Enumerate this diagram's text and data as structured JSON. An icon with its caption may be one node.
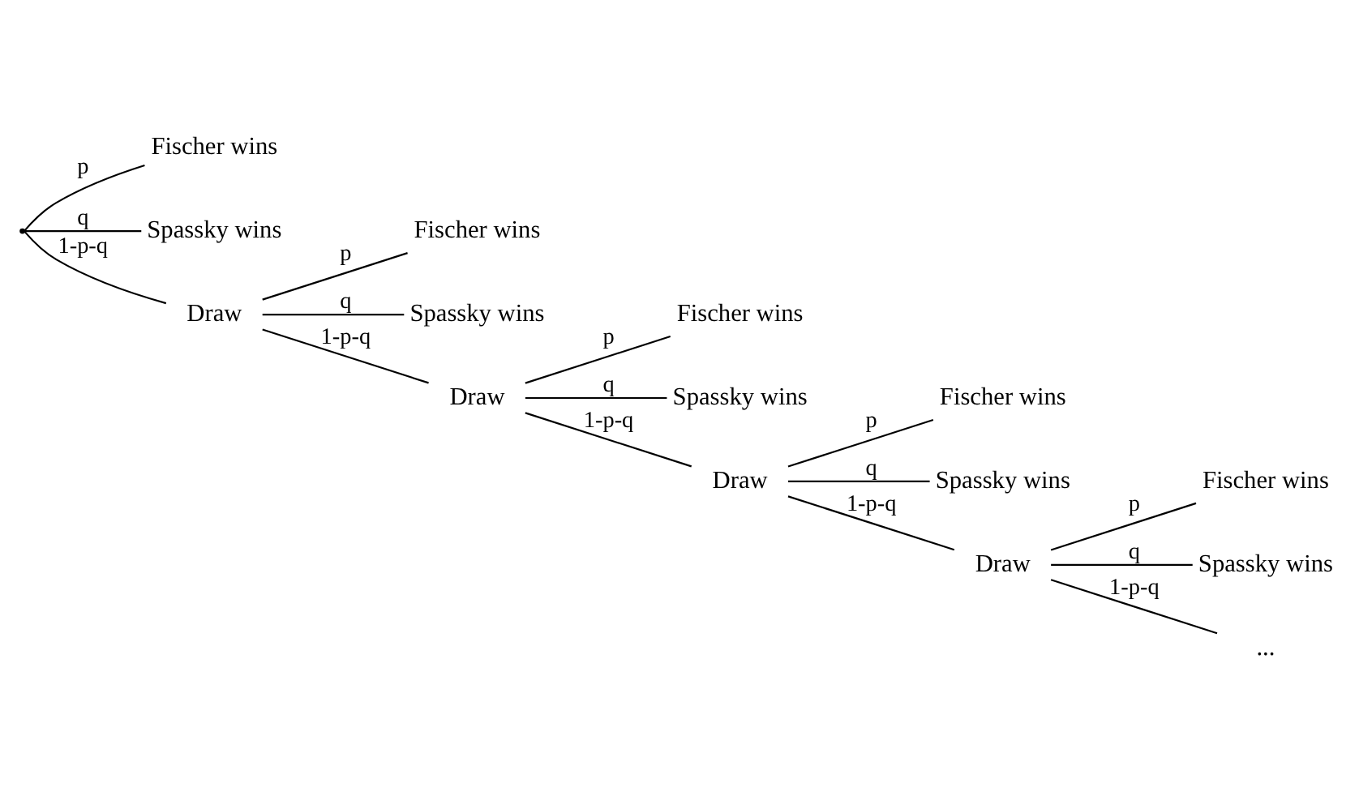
{
  "diagram": {
    "nodes": [
      {
        "text": [],
        "shape": "point"
      },
      {
        "text": [
          "Fischer wins"
        ]
      },
      {
        "text": [
          "Spassky wins"
        ]
      },
      {
        "text": [
          "Draw"
        ]
      },
      {
        "text": [
          "Fischer wins"
        ]
      },
      {
        "text": [
          "Spassky wins"
        ]
      },
      {
        "text": [
          "Draw"
        ]
      },
      {
        "text": [
          "Fischer wins"
        ]
      },
      {
        "text": [
          "Spassky wins"
        ]
      },
      {
        "text": [
          "Draw"
        ]
      },
      {
        "text": [
          "Fischer wins"
        ]
      },
      {
        "text": [
          "Spassky wins"
        ]
      },
      {
        "text": [
          "Draw"
        ]
      },
      {
        "text": [
          "Fischer wins"
        ]
      },
      {
        "text": [
          "Spassky wins"
        ]
      },
      {
        "text": [
          "..."
        ]
      }
    ],
    "edges": [
      {
        "from": 0,
        "to": 1,
        "arrow": "none",
        "label": "p"
      },
      {
        "from": 0,
        "to": 2,
        "arrow": "none",
        "label": "q"
      },
      {
        "from": 0,
        "to": 3,
        "arrow": "none",
        "label": "1-p-q"
      },
      {
        "from": 3,
        "to": 4,
        "arrow": "none",
        "label": "p"
      },
      {
        "from": 3,
        "to": 5,
        "arrow": "none",
        "label": "q"
      },
      {
        "from": 3,
        "to": 6,
        "arrow": "none",
        "label": "1-p-q"
      },
      {
        "from": 6,
        "to": 7,
        "arrow": "none",
        "label": "p"
      },
      {
        "from": 6,
        "to": 8,
        "arrow": "none",
        "label": "q"
      },
      {
        "from": 6,
        "to": 9,
        "arrow": "none",
        "label": "1-p-q"
      },
      {
        "from": 9,
        "to": 10,
        "arrow": "none",
        "label": "p"
      },
      {
        "from": 9,
        "to": 11,
        "arrow": "none",
        "label": "q"
      },
      {
        "from": 9,
        "to": 12,
        "arrow": "none",
        "label": "1-p-q"
      },
      {
        "from": 12,
        "to": 13,
        "arrow": "none",
        "label": "p"
      },
      {
        "from": 12,
        "to": 14,
        "arrow": "none",
        "label": "q"
      },
      {
        "from": 12,
        "to": 15,
        "arrow": "none",
        "label": "1-p-q"
      }
    ]
  }
}
